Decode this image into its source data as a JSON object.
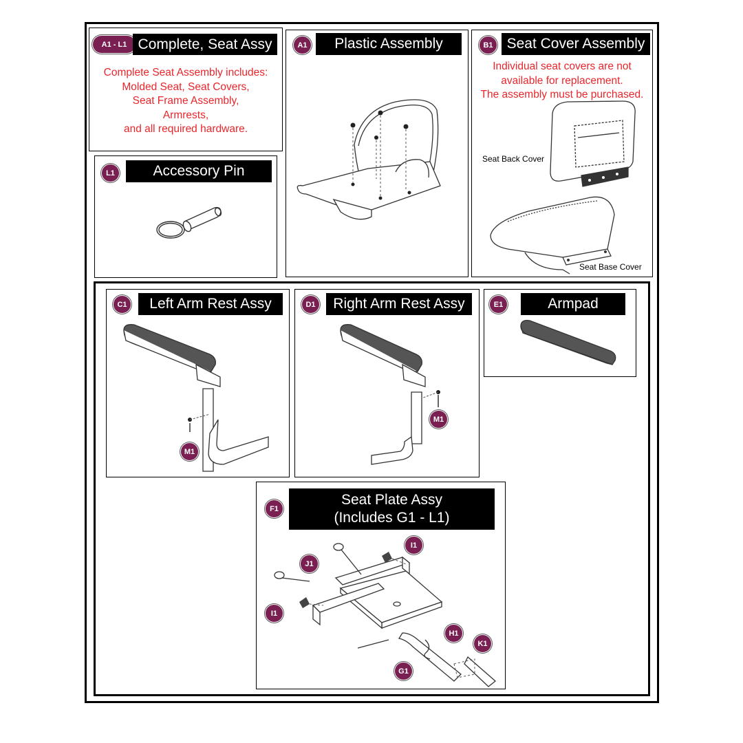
{
  "panels": {
    "complete_seat": {
      "badge": "A1 - L1",
      "title": "Complete, Seat Assy",
      "note_lines": [
        "Complete Seat Assembly includes:",
        "Molded Seat, Seat Covers,",
        "Seat Frame Assembly,",
        "Armrests,",
        "and all required hardware."
      ]
    },
    "plastic_assembly": {
      "badge": "A1",
      "title": "Plastic Assembly"
    },
    "seat_cover": {
      "badge": "B1",
      "title": "Seat Cover Assembly",
      "note_lines": [
        "Individual seat covers are not",
        "available for replacement.",
        "The assembly must be purchased."
      ],
      "back_label": "Seat Back Cover",
      "base_label": "Seat Base Cover"
    },
    "accessory_pin": {
      "badge": "L1",
      "title": "Accessory Pin"
    },
    "left_arm": {
      "badge": "C1",
      "title": "Left Arm Rest Assy",
      "callout": "M1"
    },
    "right_arm": {
      "badge": "D1",
      "title": "Right Arm Rest Assy",
      "callout": "M1"
    },
    "armpad": {
      "badge": "E1",
      "title": "Armpad"
    },
    "seat_plate": {
      "badge": "F1",
      "title_line1": "Seat Plate Assy",
      "title_line2": "(Includes G1 - L1)",
      "callouts": {
        "i1_top": "I1",
        "j1": "J1",
        "i1_left": "I1",
        "h1": "H1",
        "k1": "K1",
        "g1": "G1"
      }
    }
  },
  "colors": {
    "badge": "#7a1f52",
    "note_text": "#e8262c",
    "title_bar": "#000000"
  }
}
